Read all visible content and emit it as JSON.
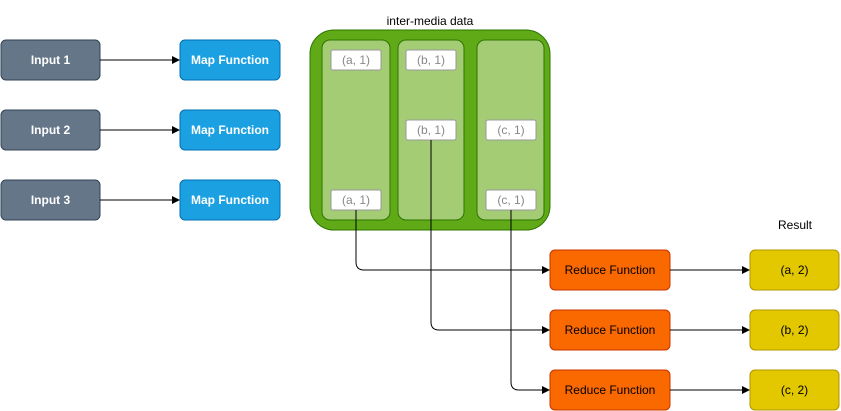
{
  "diagram": {
    "group_title": "inter-media data",
    "result_title": "Result",
    "inputs": [
      "Input 1",
      "Input 2",
      "Input 3"
    ],
    "map_label": "Map Function",
    "columns": [
      {
        "top": "(a, 1)",
        "middle": "",
        "bottom": "(a, 1)"
      },
      {
        "top": "(b, 1)",
        "middle": "(b, 1)",
        "bottom": ""
      },
      {
        "top": "",
        "middle": "(c, 1)",
        "bottom": "(c, 1)"
      }
    ],
    "reduce_label": "Reduce Function",
    "results": [
      "(a, 2)",
      "(b, 2)",
      "(c, 2)"
    ],
    "colors": {
      "input_fill": "#647687",
      "map_fill": "#1ba1e2",
      "group_fill": "#60a917",
      "column_fill": "#a3cc75",
      "reduce_fill": "#fa6800",
      "result_fill": "#e3c800"
    }
  }
}
